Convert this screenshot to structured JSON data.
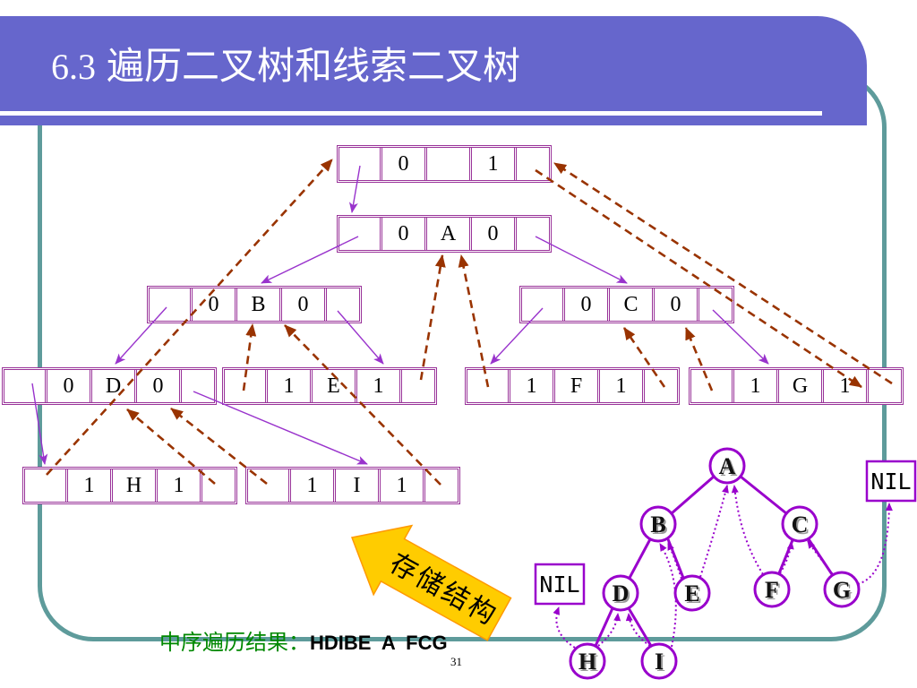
{
  "title": {
    "number": "6.3",
    "text": "遍历二叉树和线索二叉树"
  },
  "colors": {
    "title_bar": "#6666cc",
    "frame": "#5e9b9b",
    "node_border": "#993399",
    "pointer_arrow": "#9933cc",
    "thread_arrow": "#993300",
    "tree": "#9900cc",
    "storage_arrow_fill": "#ffcc00",
    "inorder_label": "#008800"
  },
  "storage": {
    "head": {
      "ltag": "0",
      "rtag": "1"
    },
    "A": {
      "ltag": "0",
      "data": "A",
      "rtag": "0"
    },
    "B": {
      "ltag": "0",
      "data": "B",
      "rtag": "0"
    },
    "C": {
      "ltag": "0",
      "data": "C",
      "rtag": "0"
    },
    "D": {
      "ltag": "0",
      "data": "D",
      "rtag": "0"
    },
    "E": {
      "ltag": "1",
      "data": "E",
      "rtag": "1"
    },
    "F": {
      "ltag": "1",
      "data": "F",
      "rtag": "1"
    },
    "G": {
      "ltag": "1",
      "data": "G",
      "rtag": "1"
    },
    "H": {
      "ltag": "1",
      "data": "H",
      "rtag": "1"
    },
    "I": {
      "ltag": "1",
      "data": "I",
      "rtag": "1"
    }
  },
  "storage_label": "存储结构",
  "tree": {
    "nodes": [
      "A",
      "B",
      "C",
      "D",
      "E",
      "F",
      "G",
      "H",
      "I"
    ],
    "nil_left": "NIL",
    "nil_right": "NIL"
  },
  "inorder": {
    "label": "中序遍历结果：",
    "result": "HDIBE  A  FCG"
  },
  "page_number": "31"
}
